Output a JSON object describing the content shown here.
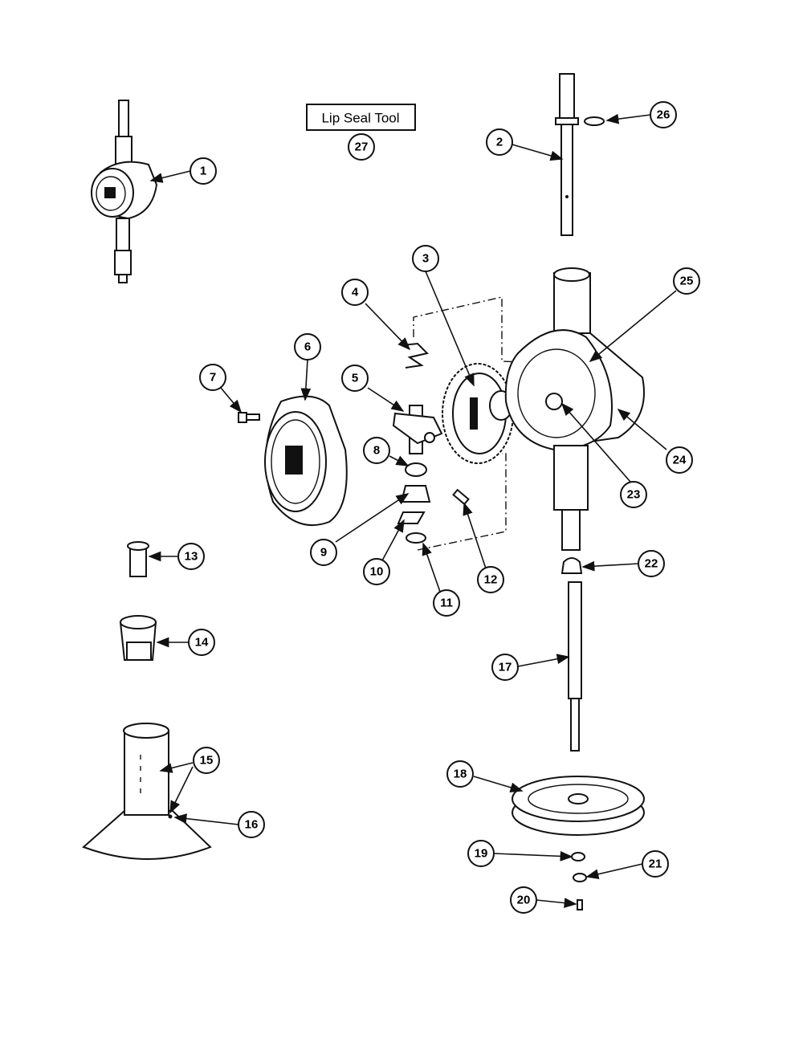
{
  "tool_label": "Lip Seal Tool",
  "callouts": [
    "1",
    "2",
    "3",
    "4",
    "5",
    "6",
    "7",
    "8",
    "9",
    "10",
    "11",
    "12",
    "13",
    "14",
    "15",
    "16",
    "17",
    "18",
    "19",
    "20",
    "21",
    "22",
    "23",
    "24",
    "25",
    "26",
    "27"
  ]
}
